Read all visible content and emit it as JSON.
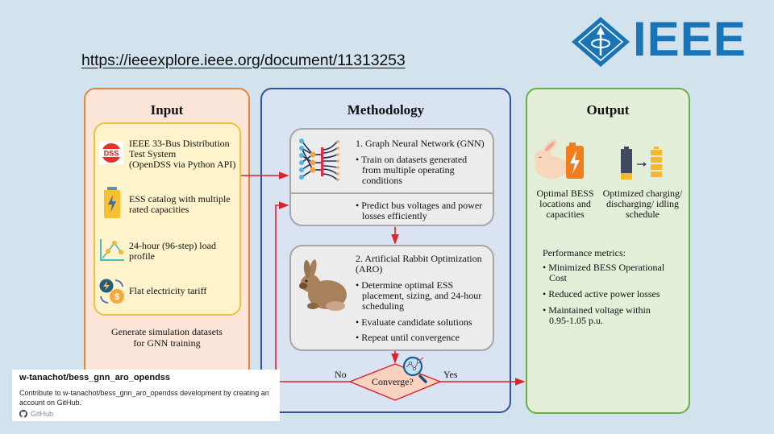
{
  "header": {
    "url": "https://ieeexplore.ieee.org/document/11313253",
    "logo_text": "IEEE",
    "logo_icon": "ieee-diamond-logo"
  },
  "input": {
    "title": "Input",
    "items": [
      {
        "icon": "dss-icon",
        "lines": [
          "IEEE 33-Bus Distribution",
          "Test System",
          "(OpenDSS via Python API)"
        ]
      },
      {
        "icon": "battery-icon",
        "lines": [
          "ESS catalog with multiple",
          "rated capacities"
        ]
      },
      {
        "icon": "load-profile-chart-icon",
        "lines": [
          "24-hour (96-step) load",
          "profile"
        ]
      },
      {
        "icon": "tariff-exchange-icon",
        "lines": [
          "Flat electricity tariff"
        ]
      }
    ],
    "note_lines": [
      "Generate simulation datasets",
      "for GNN training"
    ]
  },
  "methodology": {
    "title": "Methodology",
    "gnn": {
      "title": "1. Graph Neural Network (GNN)",
      "bullets": [
        [
          "Train on datasets generated",
          "from multiple operating",
          "conditions"
        ],
        [
          "Predict bus voltages and power",
          "losses efficiently"
        ]
      ],
      "icon": "neural-network-icon"
    },
    "aro": {
      "title_lines": [
        "2. Artificial Rabbit Optimization",
        "(ARO)"
      ],
      "bullets": [
        [
          "Determine optimal ESS",
          "placement, sizing, and 24-hour",
          "scheduling"
        ],
        [
          "Evaluate candidate solutions"
        ],
        [
          "Repeat until convergence"
        ]
      ],
      "icon": "rabbit-icon"
    },
    "decision": {
      "label": "Converge?",
      "no": "No",
      "yes": "Yes",
      "icon": "magnifier-chart-icon"
    },
    "bullet_char": "•"
  },
  "output": {
    "title": "Output",
    "items": [
      {
        "icon": "rabbit-battery-icon",
        "lines": [
          "Optimal BESS",
          "locations and",
          "capacities"
        ]
      },
      {
        "icon": "battery-charge-transition-icon",
        "lines": [
          "Optimized charging/",
          "discharging/ idling",
          "schedule"
        ]
      }
    ],
    "metrics_title": "Performance metrics:",
    "metrics": [
      [
        "Minimized BESS Operational",
        "Cost"
      ],
      [
        "Reduced active power losses"
      ],
      [
        "Maintained voltage within",
        "0.95-1.05 p.u."
      ]
    ]
  },
  "github_card": {
    "title": "w-tanachot/bess_gnn_aro_opendss",
    "description": "Contribute to w-tanachot/bess_gnn_aro_opendss development by creating an account on GitHub.",
    "source": "GitHub"
  },
  "colors": {
    "background": "#d2e3ed",
    "input_border": "#e8843e",
    "method_border": "#2f5597",
    "output_border": "#6fad47",
    "arrow": "#e0202a",
    "ieee_blue": "#1a75b8"
  }
}
